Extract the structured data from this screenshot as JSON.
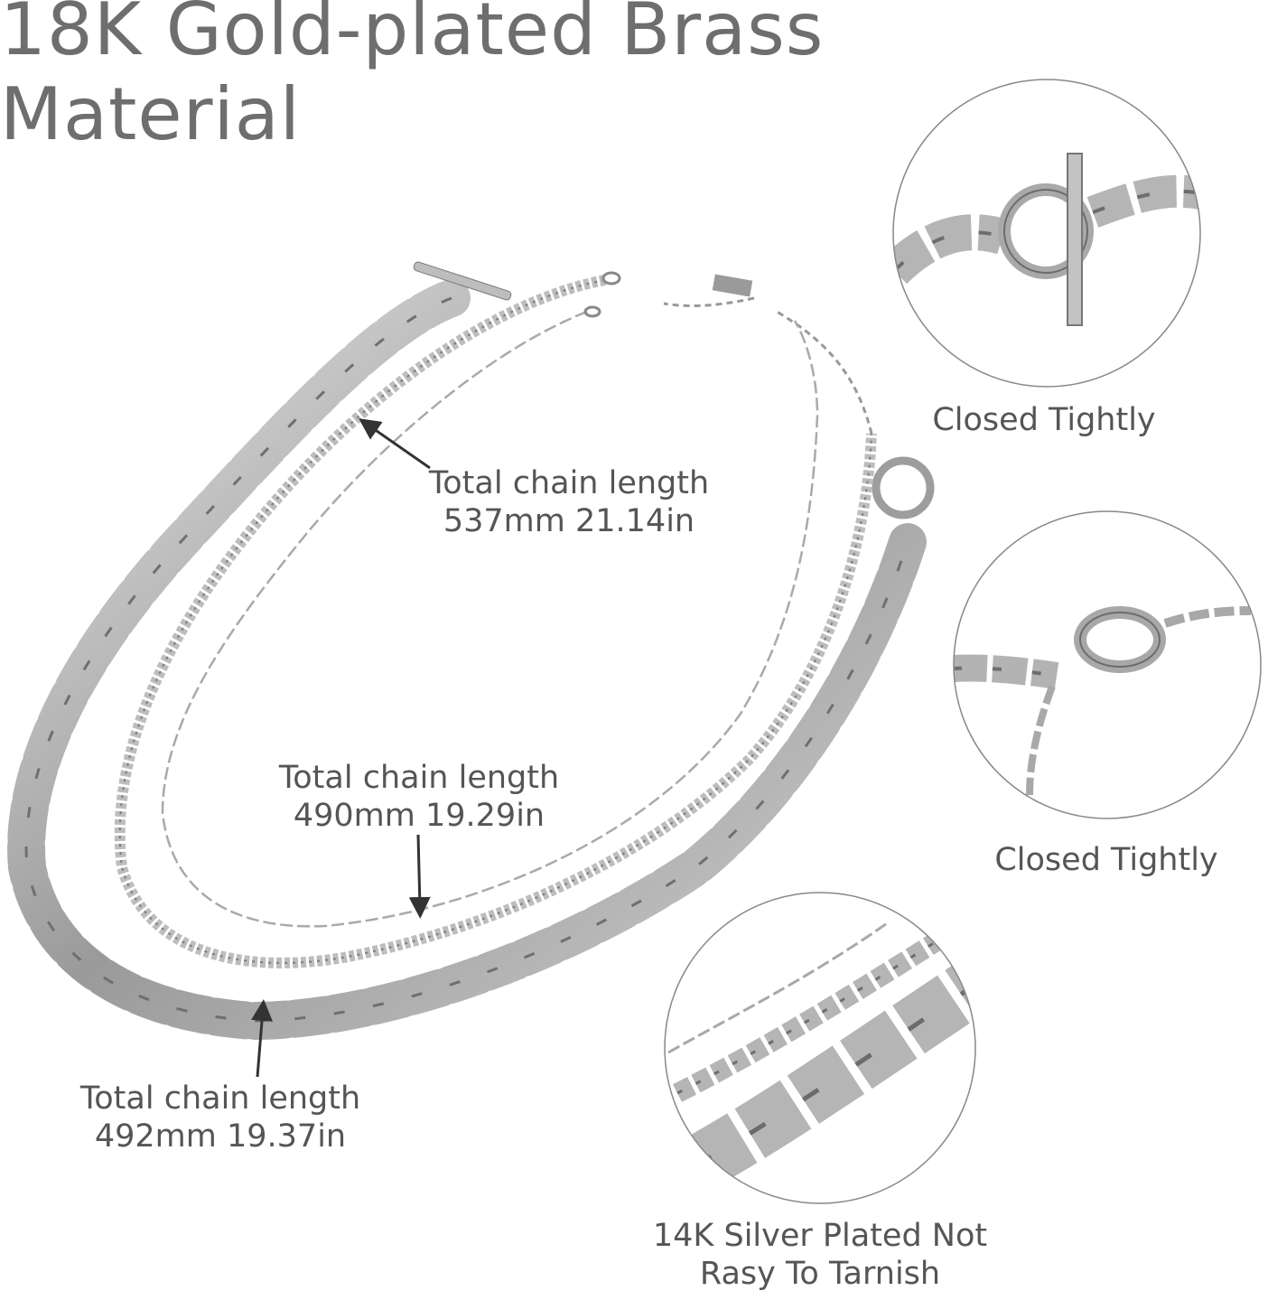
{
  "headline": {
    "line1": "18K Gold-plated Brass",
    "line2": "Material"
  },
  "annotations": {
    "long_chain": {
      "line1": "Total chain length",
      "line2": "537mm 21.14in"
    },
    "middle_chain": {
      "line1": "Total chain length",
      "line2": "490mm 19.29in"
    },
    "thick_chain": {
      "line1": "Total chain length",
      "line2": "492mm 19.37in"
    }
  },
  "detail_views": [
    {
      "caption": "Closed Tightly",
      "icon": "toggle-clasp-closeup"
    },
    {
      "caption": "Closed Tightly",
      "icon": "lobster-clasp-closeup"
    },
    {
      "caption_line1": "14K Silver Plated Not",
      "caption_line2": "Rasy To Tarnish",
      "icon": "chain-layers-closeup"
    }
  ],
  "colors": {
    "silver": "#b8b8b8",
    "silver_dark": "#7a7a7a",
    "text": "#555555",
    "circle_border": "#888888"
  }
}
